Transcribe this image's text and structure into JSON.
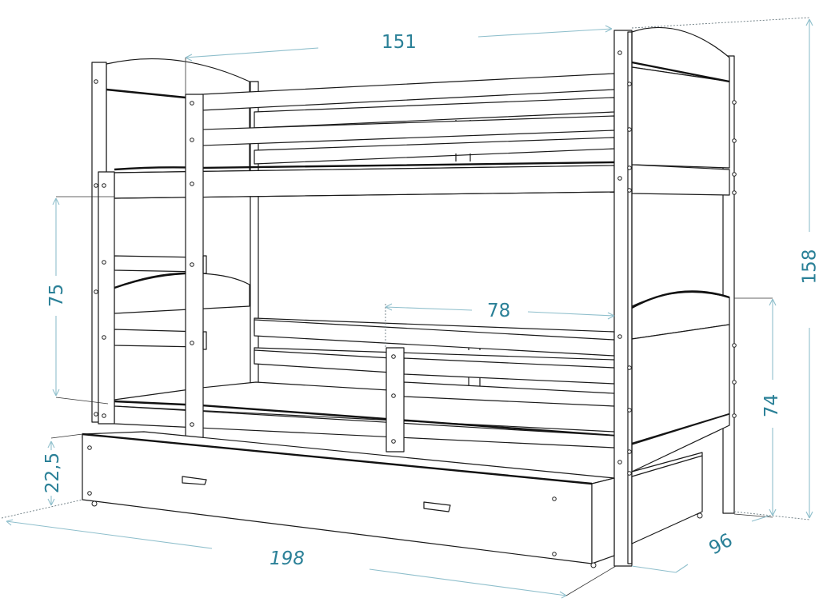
{
  "diagram": {
    "subject": "bunk bed with trundle drawer",
    "line_color": "#1a1a1a",
    "dimension_color": "#2a8097",
    "dimension_line_color": "#8fbfcc",
    "background": "#ffffff"
  },
  "dimensions": {
    "top_width": {
      "value": "151",
      "label": "151"
    },
    "lower_bed_height": {
      "value": "75",
      "label": "75"
    },
    "drawer_height": {
      "value": "22,5",
      "label": "22,5"
    },
    "total_length": {
      "value": "198",
      "label": "198"
    },
    "rail_opening": {
      "value": "78",
      "label": "78"
    },
    "lower_headboard_height": {
      "value": "74",
      "label": "74"
    },
    "total_height": {
      "value": "158",
      "label": "158"
    },
    "depth": {
      "value": "96",
      "label": "96"
    }
  }
}
